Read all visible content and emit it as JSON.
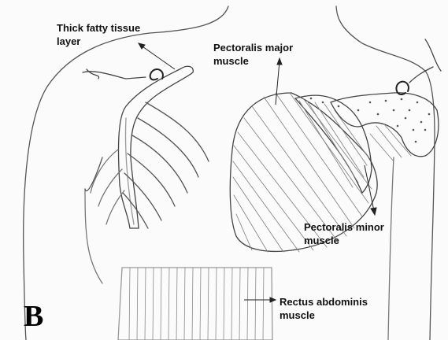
{
  "panel_letter": "B",
  "labels": {
    "fatty_tissue": [
      "Thick fatty tissue",
      "layer"
    ],
    "pec_major": [
      "Pectoralis major",
      "muscle"
    ],
    "pec_minor": [
      "Pectoralis minor",
      "muscle"
    ],
    "rectus": [
      "Rectus abdominis",
      "muscle"
    ]
  }
}
